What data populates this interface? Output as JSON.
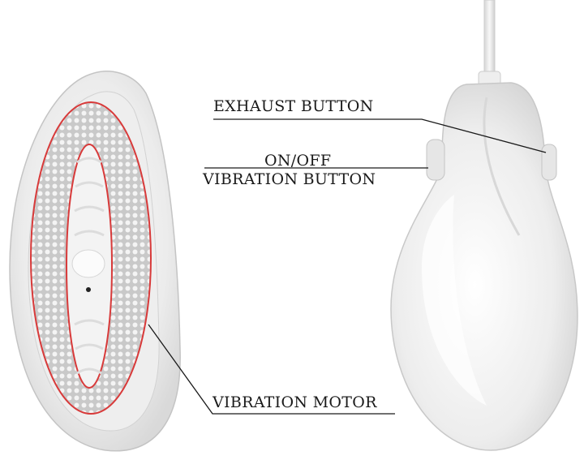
{
  "labels": {
    "exhaust_button": "EXHAUST BUTTON",
    "on_off": "ON/OFF",
    "vibration_button": "VIBRATION BUTTON",
    "vibration_motor": "VIBRATION MOTOR"
  },
  "colors": {
    "background": "#ffffff",
    "device_body": "#f2f2f2",
    "outline_accent": "#d83a3a",
    "leader_line": "#1a1a1a",
    "text": "#1a1a1a"
  }
}
